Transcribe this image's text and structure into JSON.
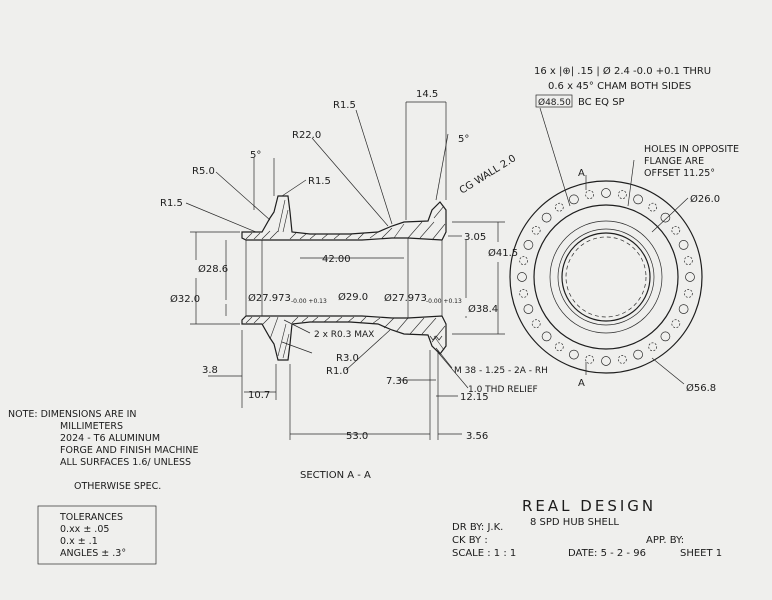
{
  "dimensions": {
    "width_14_5": "14.5",
    "r1_5_top": "R1.5",
    "five_deg_right": "5°",
    "r22": "R22.0",
    "r5": "R5.0",
    "five_deg_left": "5°",
    "r1_5_flange": "R1.5",
    "r1_5_left": "R1.5",
    "cg_wall": "CG WALL 2.0",
    "d3_05": "3.05",
    "d41_5": "Ø41.5",
    "d42": "42.00",
    "d28_6": "Ø28.6",
    "d32": "Ø32.0",
    "bore_left": "Ø27.973",
    "bore_left_tol": "-0.00 +0.13",
    "d29": "Ø29.0",
    "bore_right": "Ø27.973",
    "bore_right_tol": "-0.00 +0.13",
    "d38_4": "Ø38.4",
    "chamfer": "2 x R0.3 MAX",
    "r3": "R3.0",
    "r1_0": "R1.0",
    "d7_36": "7.36",
    "thread": "M 38 - 1.25 - 2A - RH",
    "relief": "1.0 THD RELIEF",
    "d3_8": "3.8",
    "d10_7": "10.7",
    "d12_15": "12.15",
    "d53": "53.0",
    "d3_56": "3.56"
  },
  "hole_callout": {
    "line1": "16 x |⊕| .15 | Ø 2.4 -0.0 +0.1 THRU",
    "line2": "0.6 x 45° CHAM BOTH SIDES",
    "bc_box": "Ø48.50",
    "bc_text": "BC EQ SP"
  },
  "view_notes": {
    "holes_note_1": "HOLES IN OPPOSITE",
    "holes_note_2": "FLANGE ARE",
    "holes_note_3": "OFFSET 11.25°",
    "d26": "Ø26.0",
    "d56_8": "Ø56.8",
    "section_mark_top": "A",
    "section_mark_bottom": "A"
  },
  "section_label": "SECTION A - A",
  "notes": {
    "line1": "NOTE:  DIMENSIONS ARE IN",
    "line2": "MILLIMETERS",
    "line3": "2024 - T6 ALUMINUM",
    "line4": "FORGE AND FINISH MACHINE",
    "line5": "ALL SURFACES  1.6/  UNLESS",
    "line6": "OTHERWISE SPEC."
  },
  "tolerances": {
    "title": "TOLERANCES",
    "row1": "0.xx  ± .05",
    "row2": "0.x    ± .1",
    "row3": "ANGLES ± .3°"
  },
  "title_block": {
    "company": "REAL DESIGN",
    "part": "8 SPD HUB SHELL",
    "drawn_by": "DR BY:  J.K.",
    "checked_by": "CK BY :",
    "approved_by": "APP. BY:",
    "scale": "SCALE :  1 : 1",
    "date": "DATE: 5 - 2 - 96",
    "sheet": "SHEET 1"
  }
}
